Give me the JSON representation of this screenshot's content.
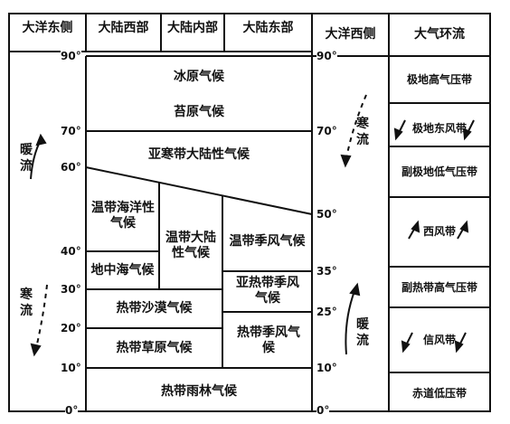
{
  "headers": {
    "east_ocean": "大洋东侧",
    "west_continent": "大陆西部",
    "inner_continent": "大陆内部",
    "east_continent": "大陆东部",
    "west_ocean": "大洋西侧",
    "circulation": "大气环流"
  },
  "left_ticks": {
    "t90": "90°",
    "t70": "70°",
    "t60": "60°",
    "t40": "40°",
    "t30": "30°",
    "t20": "20°",
    "t10": "10°",
    "t0": "0°"
  },
  "right_ticks": {
    "t90": "90°",
    "t70": "70°",
    "t50": "50°",
    "t35": "35°",
    "t25": "25°",
    "t10": "10°",
    "t0": "0°"
  },
  "climates": {
    "ice_cap": "冰原气候",
    "tundra": "苔原气候",
    "subarctic_continental": "亚寒带大陆性气候",
    "temperate_maritime": "温带海洋性气候",
    "temperate_continental": "温带大陆性气候",
    "temperate_monsoon": "温带季风气候",
    "mediterranean": "地中海气候",
    "subtropical_monsoon": "亚热带季风气候",
    "tropical_desert": "热带沙漠气候",
    "tropical_savanna": "热带草原气候",
    "tropical_monsoon": "热带季风气候",
    "tropical_rainforest": "热带雨林气候"
  },
  "currents": {
    "warm": "暖流",
    "cold": "寒流"
  },
  "circulation_belts": {
    "polar_high": "极地高气压带",
    "polar_easterlies": "极地东风带",
    "subpolar_low": "副极地低气压带",
    "westerlies": "西风带",
    "subtropical_high": "副热带高气压带",
    "trade_winds": "信风带",
    "equatorial_low": "赤道低压带"
  }
}
